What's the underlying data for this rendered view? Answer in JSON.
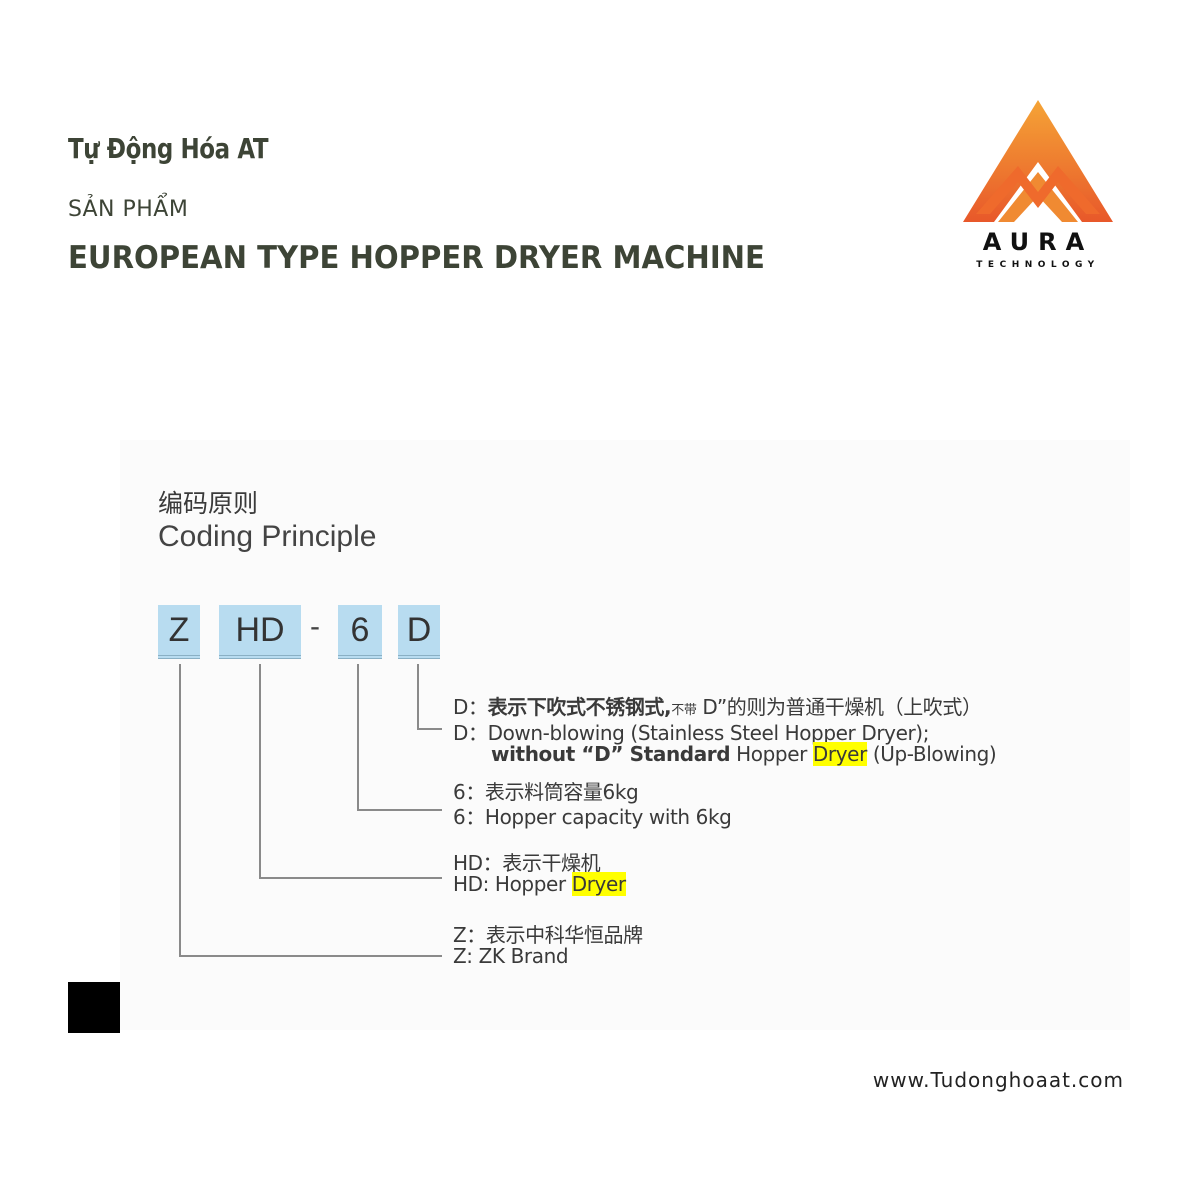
{
  "header": {
    "brand_name": "Tự Động Hóa AT",
    "section_label": "SẢN PHẨM",
    "page_title": "EUROPEAN TYPE HOPPER DRYER MACHINE"
  },
  "logo": {
    "name": "AURA",
    "subtitle": "TECHNOLOGY",
    "colors": {
      "top": "#f29a2e",
      "bottom": "#e8612c"
    }
  },
  "diagram": {
    "heading_zh": "编码原则",
    "heading_en": "Coding Principle",
    "code_parts": [
      "Z",
      "HD",
      "6",
      "D"
    ],
    "code_separator": "-",
    "box_color": "#b8dcf0",
    "highlight_color": "#ffff00",
    "entries": {
      "d": {
        "zh_prefix": "D：",
        "zh_bold": "表示下吹式不锈钢式,",
        "zh_small": "不带",
        "zh_rest": " D”的则为普通干燥机（上吹式）",
        "en1": "D：Down-blowing (Stainless Steel Hopper Dryer);",
        "en2_bold": "without “D” Standard",
        "en2_mid": " Hopper ",
        "en2_hl": "Dryer",
        "en2_end": " (Up-Blowing)"
      },
      "six": {
        "zh": "6：表示料筒容量6kg",
        "en": "6：Hopper capacity with 6kg"
      },
      "hd": {
        "zh": "HD：表示干燥机",
        "en_pre": "HD: Hopper ",
        "en_hl": "Dryer"
      },
      "z": {
        "zh": "Z：表示中科华恒品牌",
        "en": "Z: ZK Brand"
      }
    }
  },
  "footer": {
    "url": "www.Tudonghoaat.com"
  }
}
